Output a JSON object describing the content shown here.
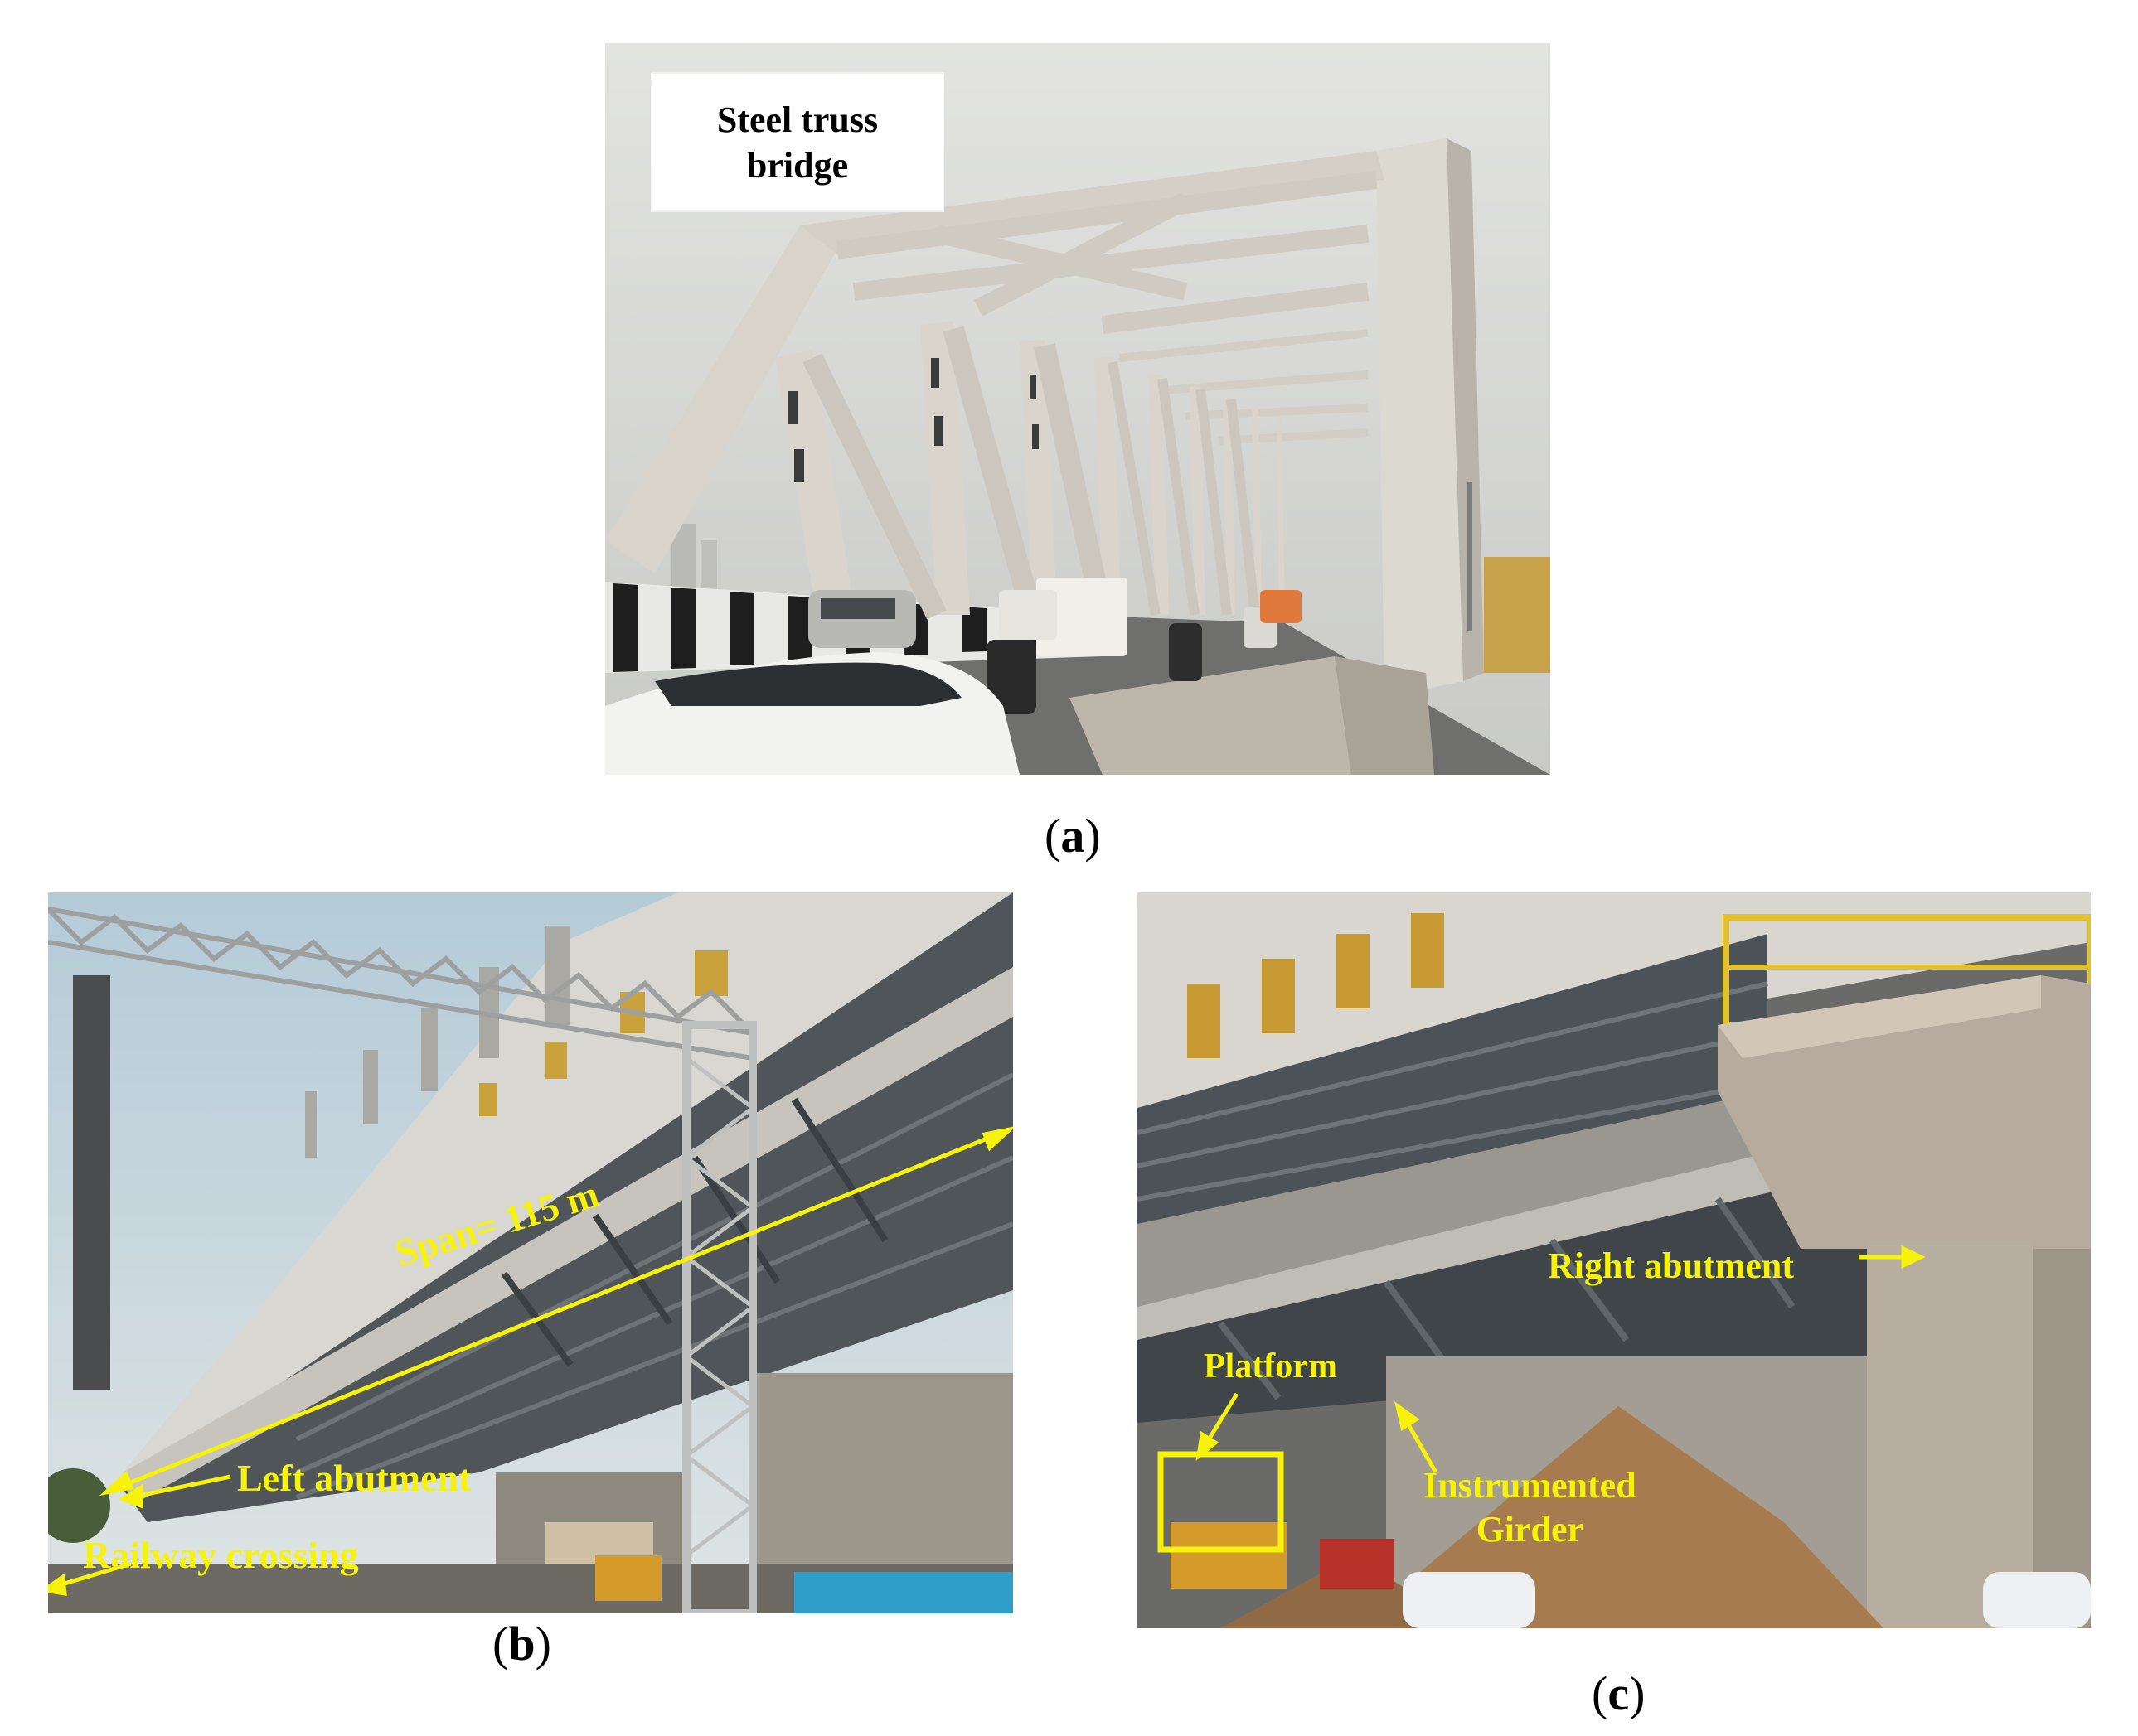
{
  "figure": {
    "panels": [
      {
        "id": "a",
        "caption_letter": "a",
        "title_box": {
          "line1": "Steel truss",
          "line2": "bridge"
        }
      },
      {
        "id": "b",
        "caption_letter": "b",
        "labels": {
          "span": "Span= 115 m",
          "left_abutment": "Left abutment",
          "railway_crossing": "Railway crossing"
        }
      },
      {
        "id": "c",
        "caption_letter": "c",
        "labels": {
          "right_abutment": "Right abutment",
          "platform": "Platform",
          "instrumented_line1": "Instrumented",
          "instrumented_line2": "Girder"
        }
      }
    ]
  },
  "colors": {
    "annotation": "#f7f20a",
    "sky": "#d6d7d3",
    "steel": "#d9d6ce",
    "concrete": "#b8ad9f",
    "girder": "#5b6166"
  }
}
